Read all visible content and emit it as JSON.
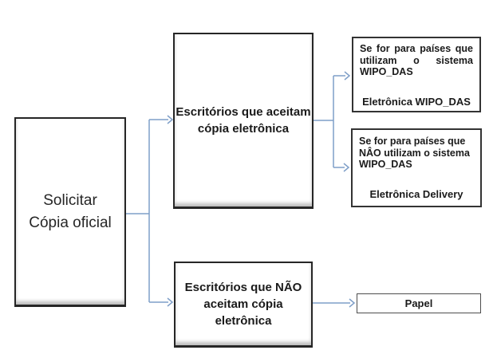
{
  "boxes": {
    "solicitar": {
      "line1": "Solicitar",
      "line2": "Cópia oficial"
    },
    "aceitam": {
      "line1": "Escritórios que aceitam",
      "line2": "cópia eletrônica"
    },
    "nao_aceitam": {
      "line1": "Escritórios que NÃO",
      "line2": "aceitam cópia",
      "line3": "eletrônica"
    },
    "wipo_das": {
      "line1": "Se for para países que",
      "line2": "utilizam o sistema",
      "line3": "WIPO_DAS",
      "result": "Eletrônica WIPO_DAS"
    },
    "nao_wipo_das": {
      "line1": "Se for para países que",
      "line2": "NÂO utilizam o sistema",
      "line3": "WIPO_DAS",
      "result": "Eletrônica Delivery"
    },
    "papel": {
      "label": "Papel"
    }
  },
  "colors": {
    "connector": "#7f9fc8",
    "box_border_dark": "#262626",
    "box_border_plain": "#333333",
    "text": "#1a1a1a",
    "background": "#ffffff"
  }
}
